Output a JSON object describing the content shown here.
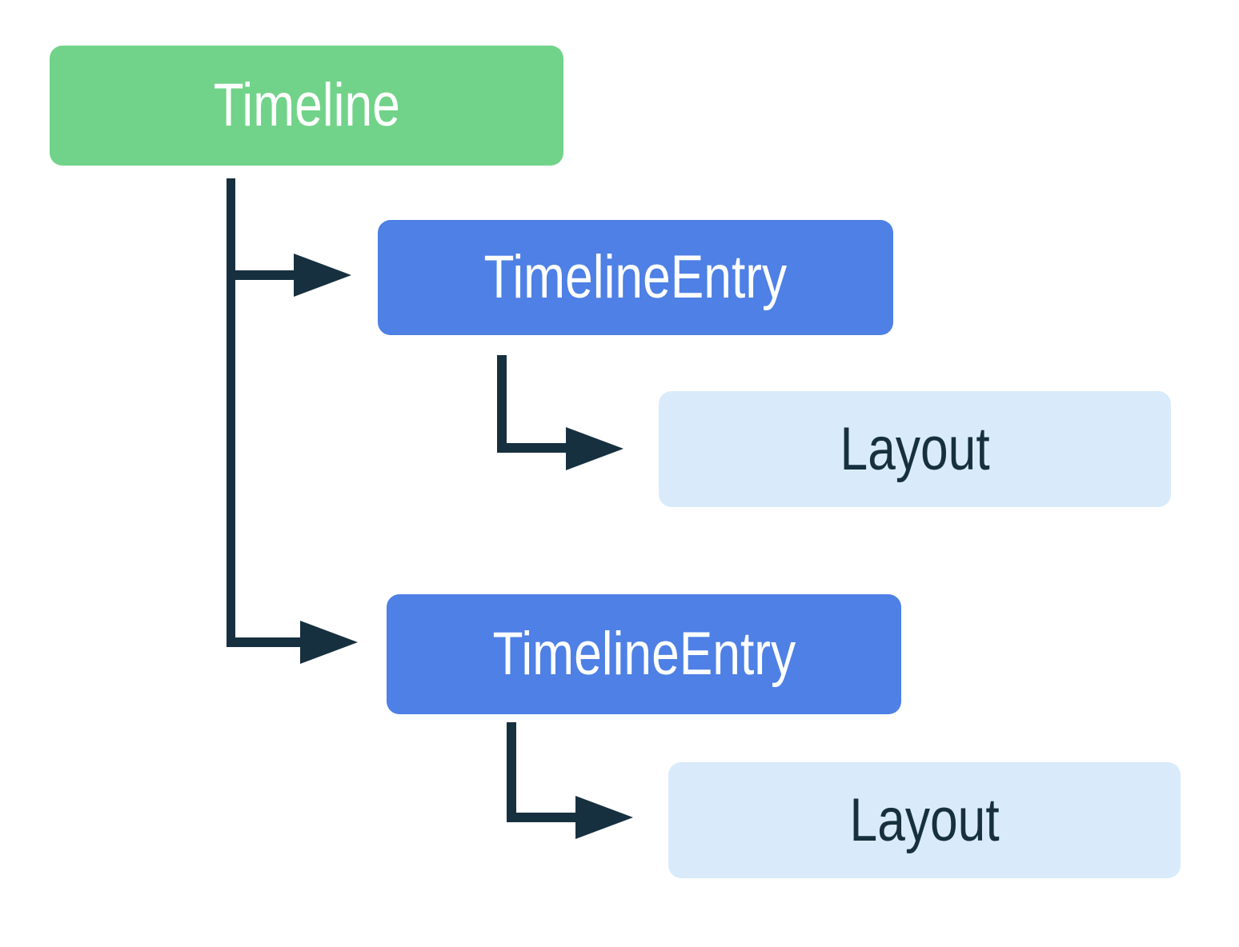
{
  "diagram": {
    "type": "tree",
    "background": "#FFFFFF",
    "colors": {
      "timeline_box": "#71D389",
      "timeline_entry_box": "#4E80E5",
      "layout_box": "#D9EBFA",
      "connector": "#17303F",
      "label_on_dark": "#FFFFFF",
      "label_on_light": "#17303F",
      "background": "#FFFFFF"
    },
    "nodes": {
      "timeline": {
        "label": "Timeline"
      },
      "entry1": {
        "label": "TimelineEntry"
      },
      "layout1": {
        "label": "Layout"
      },
      "entry2": {
        "label": "TimelineEntry"
      },
      "layout2": {
        "label": "Layout"
      }
    },
    "edges": [
      {
        "from": "timeline",
        "to": "entry1"
      },
      {
        "from": "entry1",
        "to": "layout1"
      },
      {
        "from": "timeline",
        "to": "entry2"
      },
      {
        "from": "entry2",
        "to": "layout2"
      }
    ]
  }
}
